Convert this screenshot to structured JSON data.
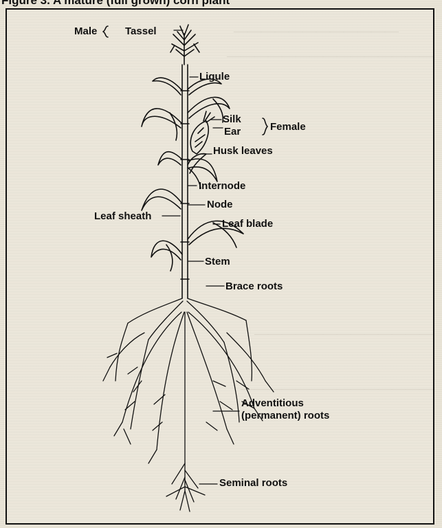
{
  "figure": {
    "title": "Figure 3. A mature (full grown) corn plant"
  },
  "labels": {
    "male": "Male",
    "tassel": "Tassel",
    "ligule": "Ligule",
    "silk": "Silk",
    "ear": "Ear",
    "female": "Female",
    "husk_leaves": "Husk leaves",
    "internode": "Internode",
    "node": "Node",
    "leaf_sheath": "Leaf sheath",
    "leaf_blade": "Leaf blade",
    "stem": "Stem",
    "brace_roots": "Brace roots",
    "adventitious_1": "Adventitious",
    "adventitious_2": "(permanent) roots",
    "seminal_roots": "Seminal roots"
  },
  "colors": {
    "ink": "#111111",
    "paper": "#ebe6da"
  }
}
